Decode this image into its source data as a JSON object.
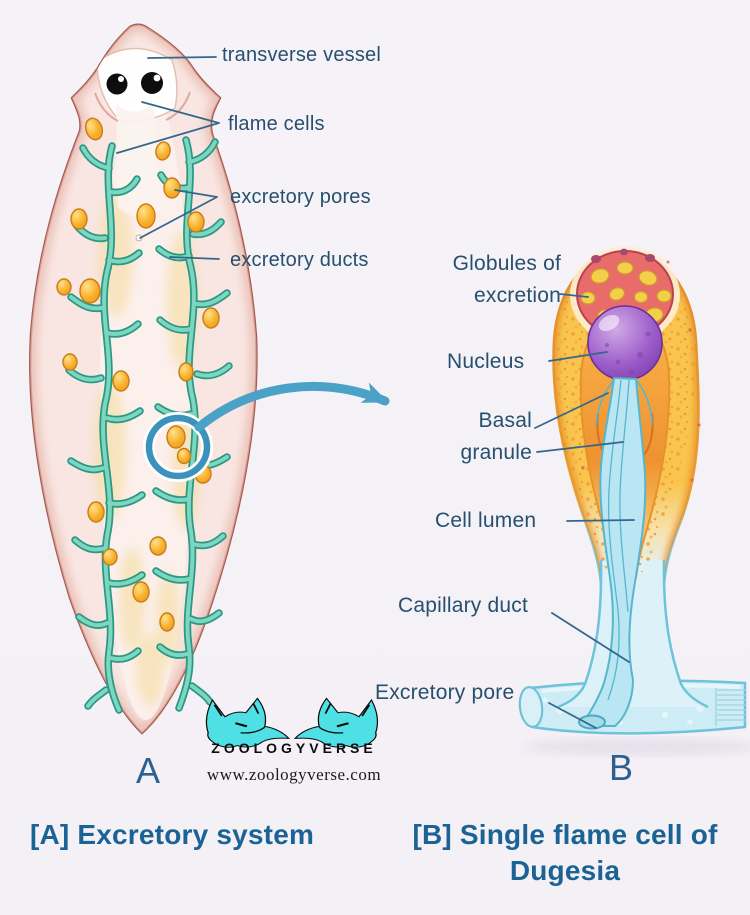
{
  "figure": {
    "panel_a_letter": "A",
    "panel_b_letter": "B",
    "caption_a": "[A] Excretory system",
    "caption_b": "[B] Single flame cell of Dugesia",
    "labels_a": {
      "transverse_vessel": "transverse vessel",
      "flame_cells": "flame cells",
      "excretory_pores": "excretory pores",
      "excretory_ducts": "excretory ducts"
    },
    "labels_b": {
      "globules_of_excretion": "Globules of excretion",
      "nucleus": "Nucleus",
      "basal_granule": "Basal granule",
      "cell_lumen": "Cell lumen",
      "capillary_duct": "Capillary duct",
      "excretory_pore": "Excretory pore"
    }
  },
  "branding": {
    "logo_text": "ZOOLOGYVERSE",
    "website": "www.zoologyverse.com",
    "logo_icon": "twin-wolf-heads-icon"
  },
  "colors": {
    "background": "#f5f2f7",
    "label_text": "#27506e",
    "caption_text": "#1b6295",
    "leader_line": "#35678c",
    "zoom_arrow": "#4aa3c7",
    "canal_outline_teal": "#2a9884",
    "canal_fill_teal": "#7cd6c0",
    "globule_orange": "#f6a31e",
    "worm_body_pink": "#f9e6e2",
    "worm_outline": "#a8594e",
    "flame_cell_gold": "#f9c54e",
    "flame_cell_rim": "#e08b24",
    "nucleus_purple": "#9a5bc8",
    "excretion_globule_red": "#e86c6a",
    "duct_blue": "#cdecf5",
    "logo_cyan": "#4fe0e6"
  }
}
